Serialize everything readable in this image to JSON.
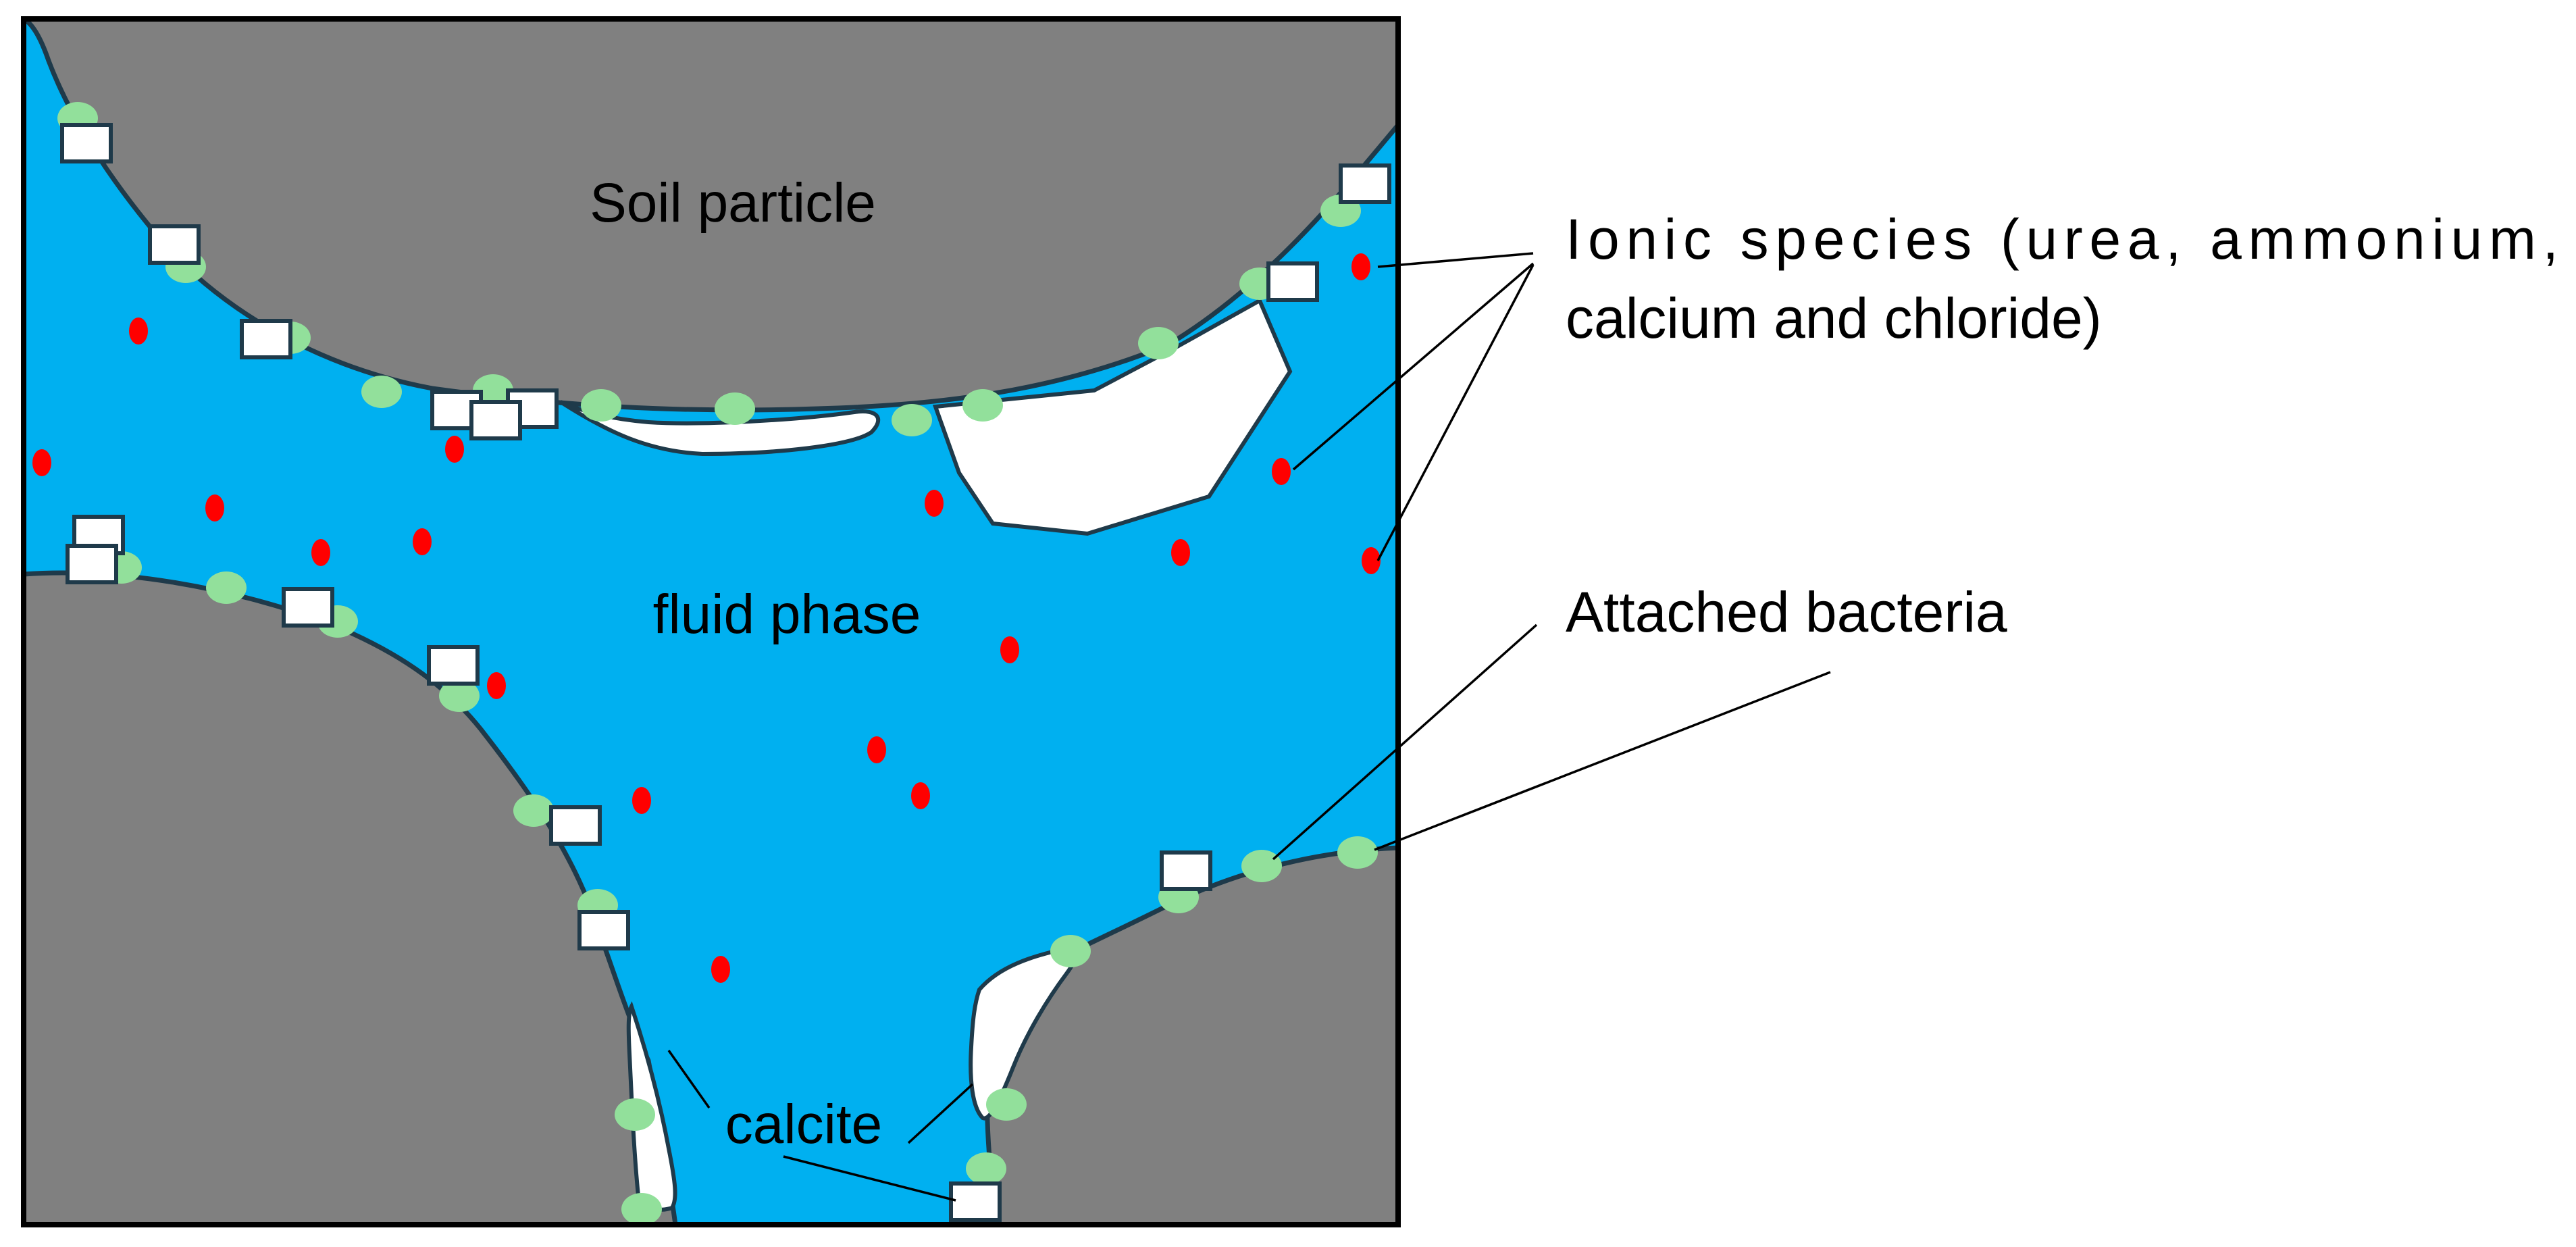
{
  "labels": {
    "soil_particle": "Soil particle",
    "fluid_phase": "fluid phase",
    "calcite": "calcite",
    "ionic_species_line1": "Ionic species (urea, ammonium,",
    "ionic_species_line2": "calcium and chloride)",
    "attached_bacteria": "Attached bacteria"
  },
  "colors": {
    "soil": "#808080",
    "fluid": "#00b0f0",
    "calcite": "#ffffff",
    "bacteria": "#92e09b",
    "ionic_species": "#ff0000",
    "outline": "#1f3a4a"
  }
}
